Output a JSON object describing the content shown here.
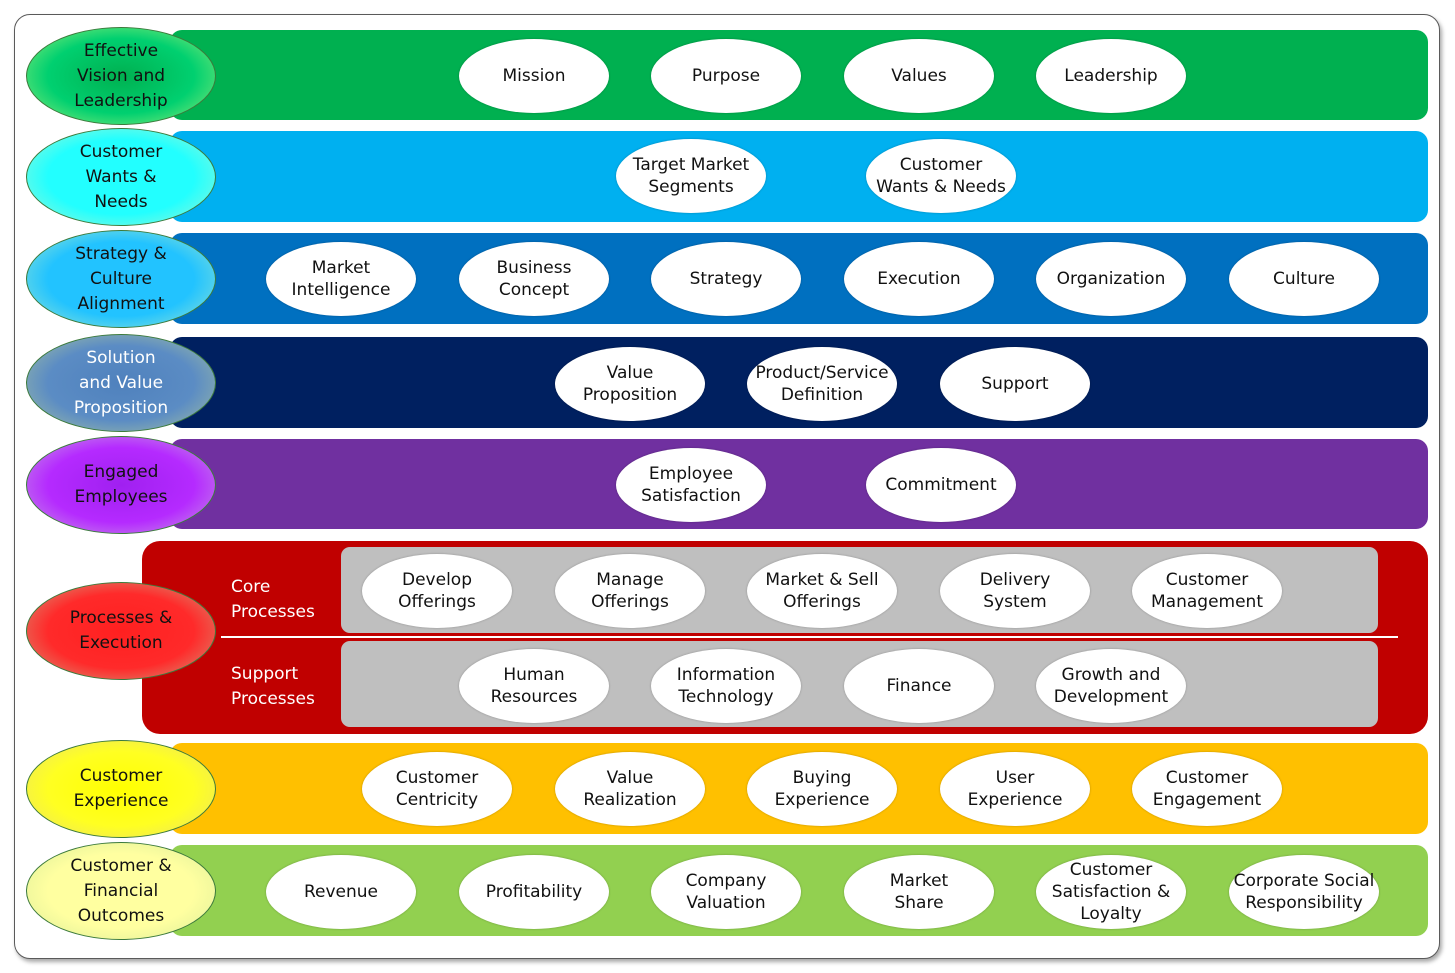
{
  "rows": [
    {
      "label": "Effective\nVision and\nLeadership",
      "color": "#00b050",
      "items": [
        "Mission",
        "Purpose",
        "Values",
        "Leadership"
      ]
    },
    {
      "label": "Customer\nWants &\nNeeds",
      "color": "#00b0f0",
      "items": [
        "Target Market\nSegments",
        "Customer\nWants & Needs"
      ]
    },
    {
      "label": "Strategy &\nCulture\nAlignment",
      "color": "#0070c0",
      "items": [
        "Market\nIntelligence",
        "Business\nConcept",
        "Strategy",
        "Execution",
        "Organization",
        "Culture"
      ]
    },
    {
      "label": "Solution\nand Value\nProposition",
      "color": "#002060",
      "items": [
        "Value\nProposition",
        "Product/Service\nDefinition",
        "Support"
      ]
    },
    {
      "label": "Engaged\nEmployees",
      "color": "#7030a0",
      "items": [
        "Employee\nSatisfaction",
        "Commitment"
      ]
    },
    {
      "label": "Processes &\nExecution",
      "color": "#c00000",
      "core_label": "Core\nProcesses",
      "core_items": [
        "Develop\nOfferings",
        "Manage\nOfferings",
        "Market & Sell\nOfferings",
        "Delivery\nSystem",
        "Customer\nManagement"
      ],
      "support_label": "Support\nProcesses",
      "support_items": [
        "Human\nResources",
        "Information\nTechnology",
        "Finance",
        "Growth and\nDevelopment"
      ]
    },
    {
      "label": "Customer\nExperience",
      "color": "#ffc000",
      "items": [
        "Customer\nCentricity",
        "Value\nRealization",
        "Buying\nExperience",
        "User\nExperience",
        "Customer\nEngagement"
      ]
    },
    {
      "label": "Customer &\nFinancial\nOutcomes",
      "color": "#92d050",
      "items": [
        "Revenue",
        "Profitability",
        "Company\nValuation",
        "Market\nShare",
        "Customer\nSatisfaction &\nLoyalty",
        "Corporate Social\nResponsibility"
      ]
    }
  ]
}
